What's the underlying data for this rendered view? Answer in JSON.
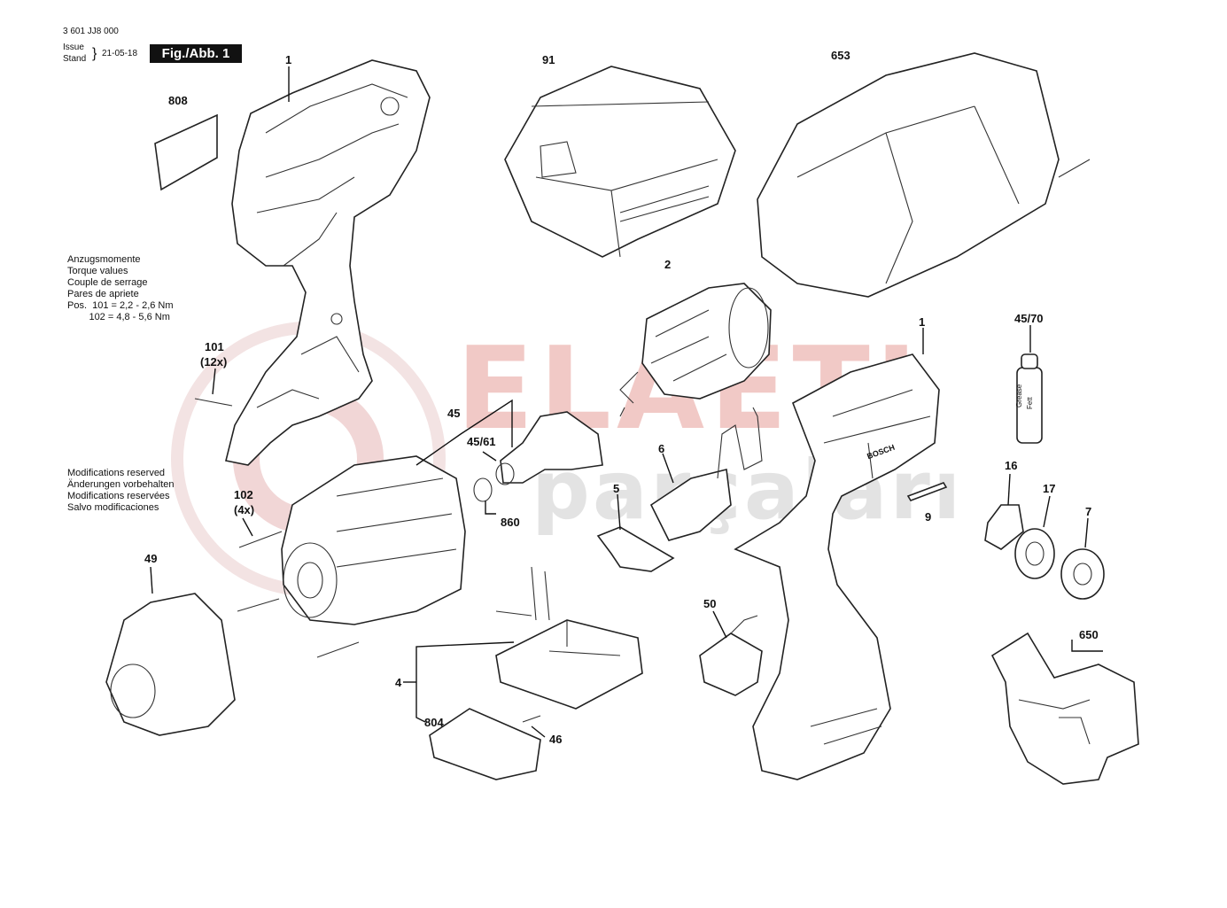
{
  "header": {
    "doc_number": "3 601 JJ8 000",
    "issue_label": "Issue",
    "stand_label": "Stand",
    "issue_date": "21-05-18",
    "figure_label": "Fig./Abb. 1"
  },
  "torque": {
    "lines": [
      "Anzugsmomente",
      "Torque values",
      "Couple de serrage",
      "Pares de apriete",
      "Pos.  101 = 2,2 - 2,6 Nm",
      "        102 = 4,8 - 5,6 Nm"
    ]
  },
  "modifications": {
    "lines": [
      "Modifications reserved",
      "Änderungen vorbehalten",
      "Modifications reservées",
      "Salvo modificaciones"
    ]
  },
  "watermark": {
    "line1": "ELAETI",
    "line2": "parçaları"
  },
  "parts": {
    "p1a": "1",
    "p808": "808",
    "p91": "91",
    "p653": "653",
    "p2": "2",
    "p101": "101",
    "p101q": "(12x)",
    "p45": "45",
    "p4561": "45/61",
    "p860": "860",
    "p6": "6",
    "p5": "5",
    "p102": "102",
    "p102q": "(4x)",
    "p49": "49",
    "p4": "4",
    "p804": "804",
    "p46": "46",
    "p50": "50",
    "p1b": "1",
    "p4570": "45/70",
    "p16": "16",
    "p17": "17",
    "p7": "7",
    "p9": "9",
    "p650": "650"
  },
  "labels_on_parts": {
    "grease": "Grease",
    "fett": "Fett",
    "bosch": "BOSCH"
  }
}
